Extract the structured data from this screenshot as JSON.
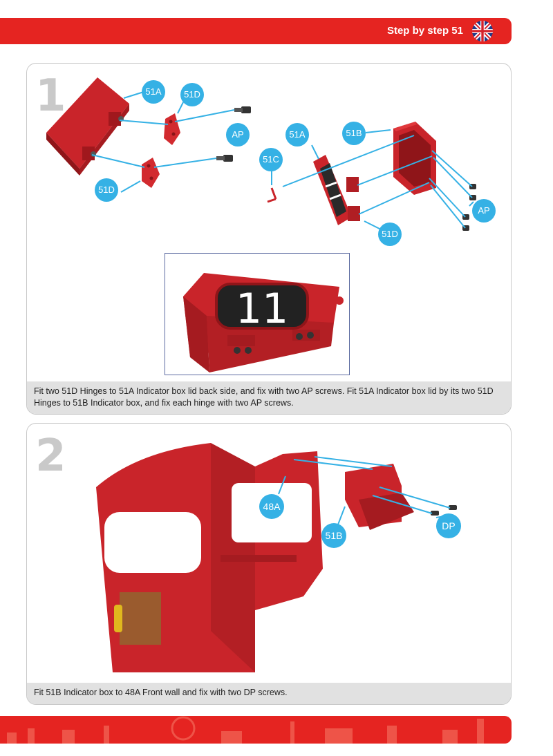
{
  "header": {
    "title": "Step by step 51"
  },
  "step1": {
    "number": "1",
    "labels": {
      "a1": "51A",
      "d1": "51D",
      "ap1": "AP",
      "d2": "51D",
      "a2": "51A",
      "b1": "51B",
      "c1": "51C",
      "ap2": "AP",
      "d3": "51D"
    },
    "inset_digits": "11",
    "caption": "Fit two 51D Hinges to 51A Indicator box lid back side, and fix with two AP screws. Fit 51A Indicator box lid by its two 51D Hinges to 51B Indicator box, and fix each hinge with two AP screws."
  },
  "step2": {
    "number": "2",
    "labels": {
      "a48": "48A",
      "b51": "51B",
      "dp": "DP"
    },
    "caption": "Fit 51B Indicator box to 48A Front wall and fix with two DP screws."
  },
  "colors": {
    "brand_red": "#e52421",
    "callout_blue": "#35b1e5",
    "panel_border": "#c8c8c8",
    "caption_bg": "#e1e1e1"
  }
}
